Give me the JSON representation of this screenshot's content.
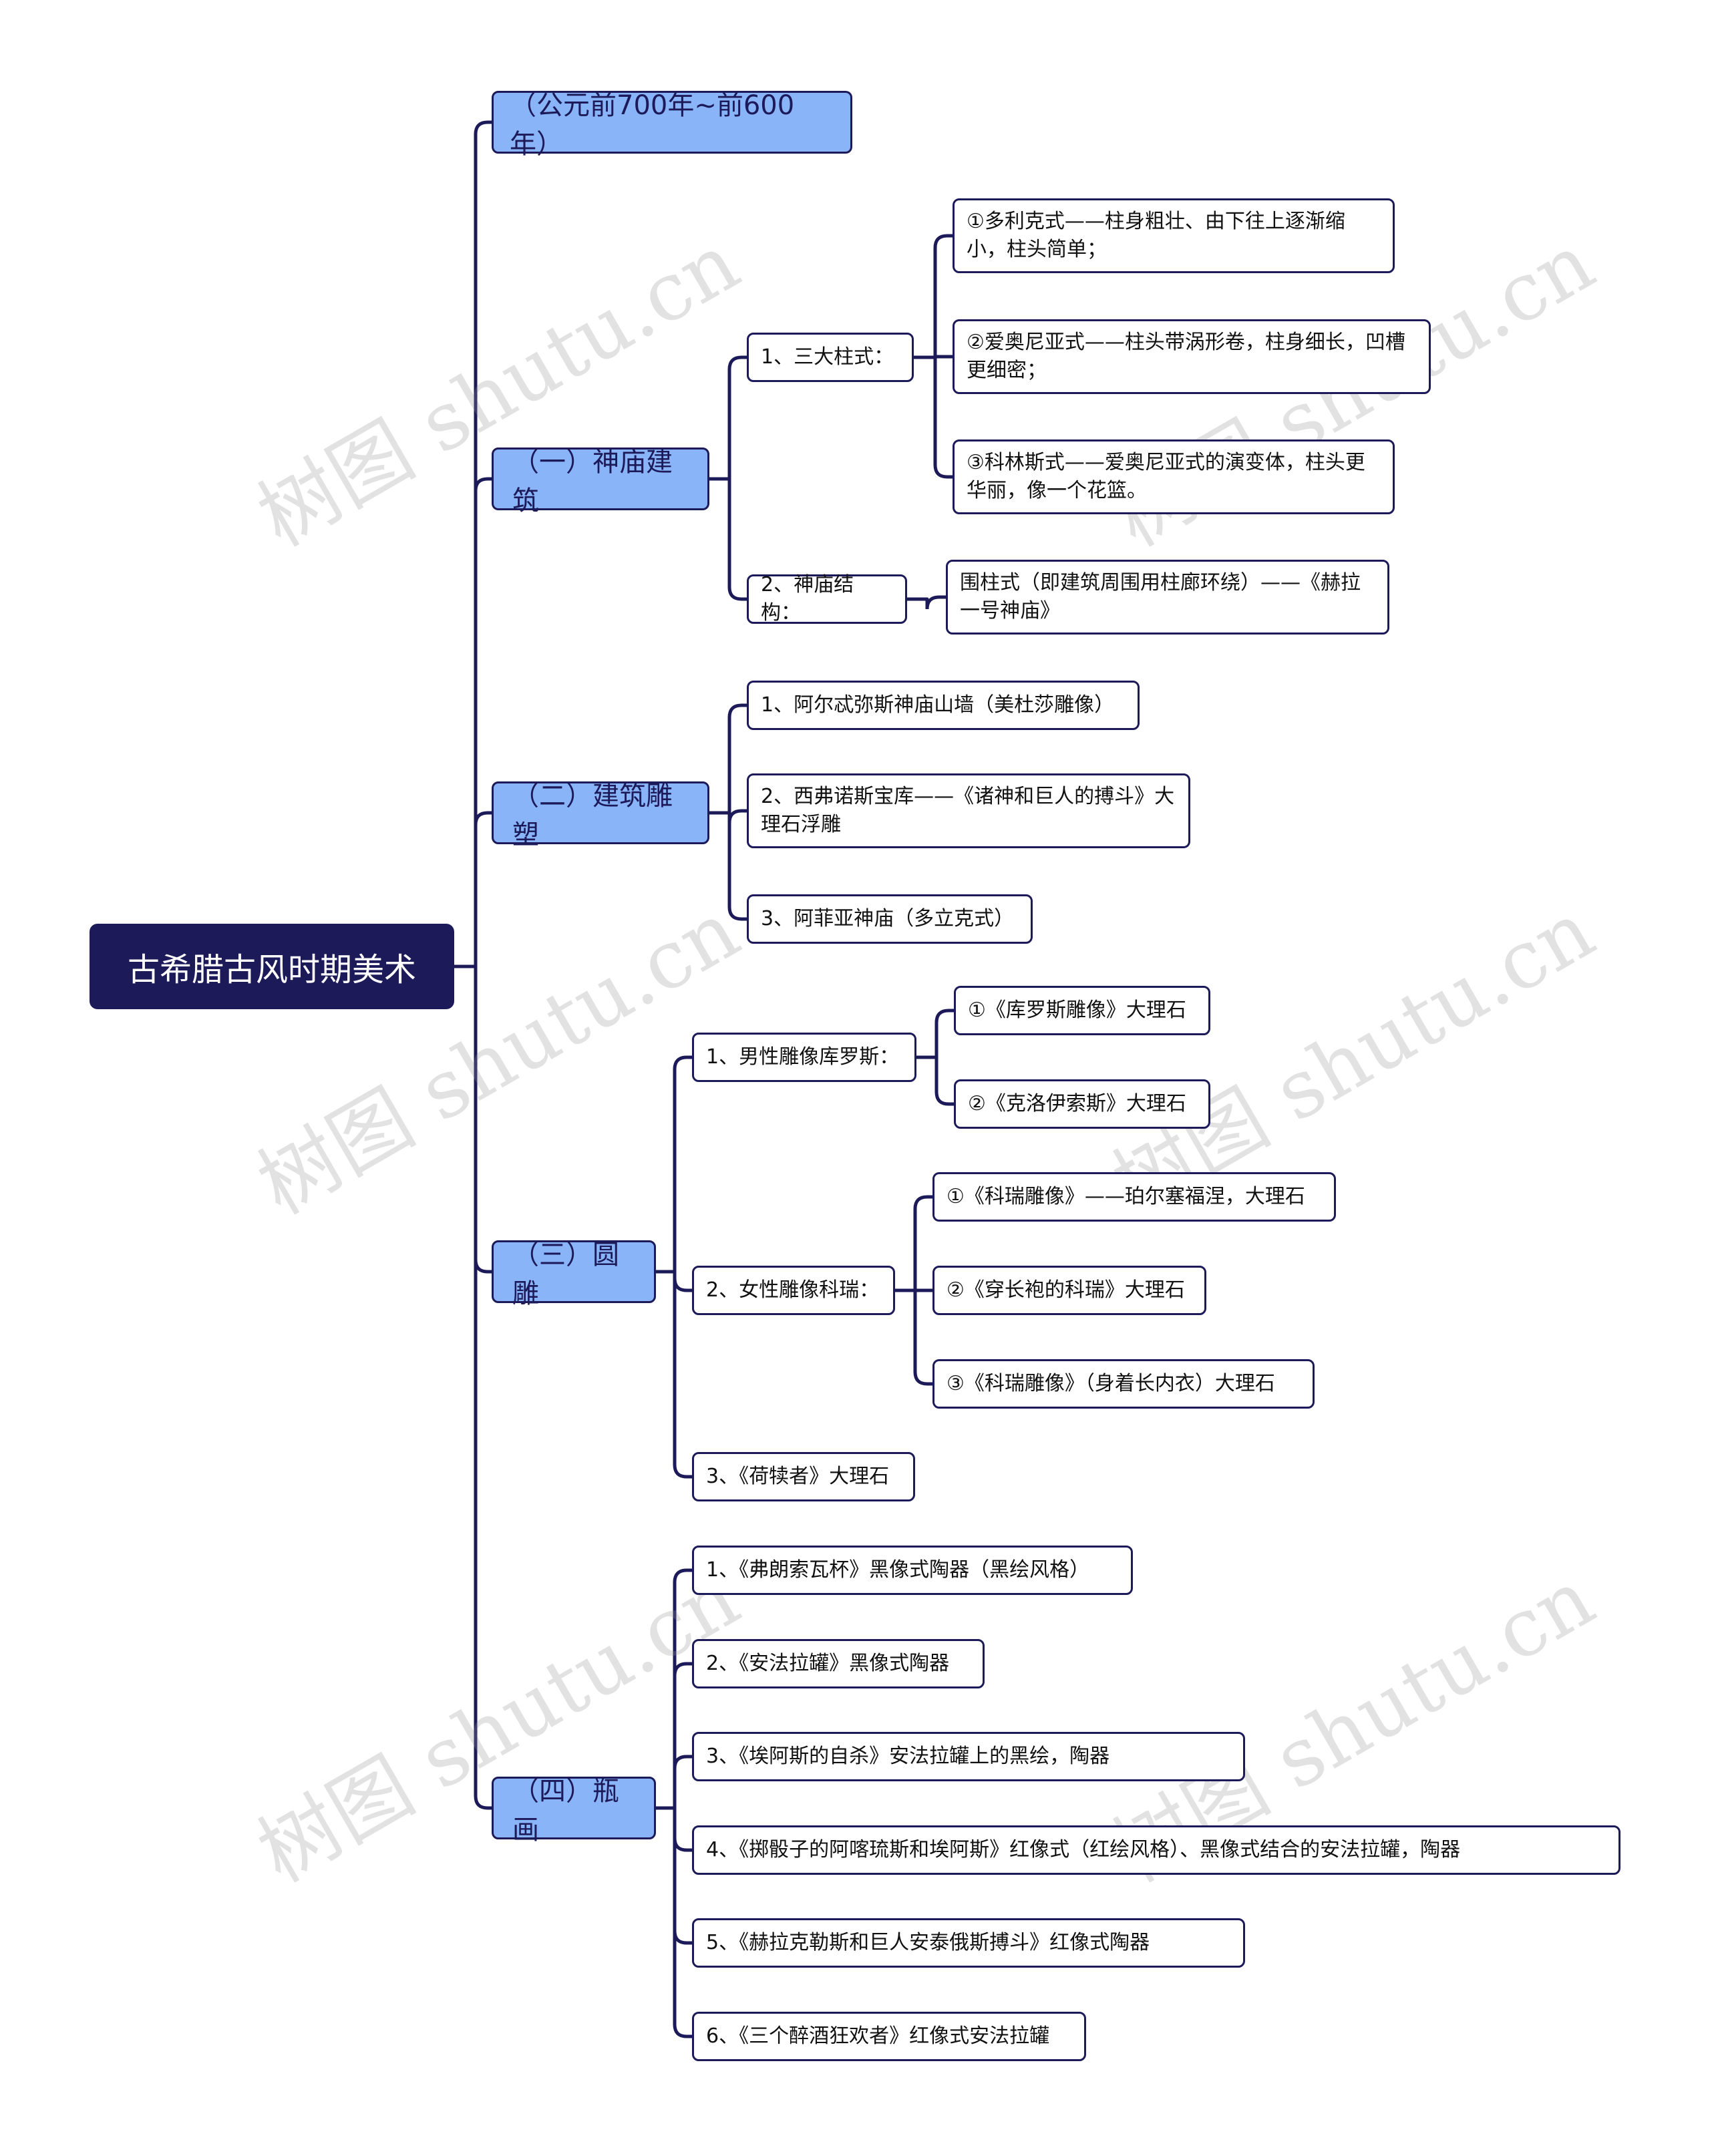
{
  "root": "古希腊古风时期美术",
  "nodes": {
    "era": "（公元前700年~前600年）",
    "temple": "（一）神庙建筑",
    "temple_orders": "1、三大柱式：",
    "doric": "①多利克式——柱身粗壮、由下往上逐渐缩小，柱头简单；",
    "ionic": "②爱奥尼亚式——柱头带涡形卷，柱身细长，凹槽更细密；",
    "corinthian": "③科林斯式——爱奥尼亚式的演变体，柱头更华丽，像一个花篮。",
    "temple_structure": "2、神庙结构：",
    "peristyle": "围柱式（即建筑周围用柱廊环绕）——《赫拉一号神庙》",
    "arch_sculpture": "（二）建筑雕塑",
    "artemis": "1、阿尔忒弥斯神庙山墙（美杜莎雕像）",
    "siphnian": "2、西弗诺斯宝库——《诸神和巨人的搏斗》大理石浮雕",
    "aphaia": "3、阿菲亚神庙（多立克式）",
    "round_sculpture": "（三）圆雕",
    "kouros": "1、男性雕像库罗斯：",
    "kouros_1": "①《库罗斯雕像》大理石",
    "kouros_2": "②《克洛伊索斯》大理石",
    "kore": "2、女性雕像科瑞：",
    "kore_1": "①《科瑞雕像》——珀尔塞福涅，大理石",
    "kore_2": "②《穿长袍的科瑞》大理石",
    "kore_3": "③《科瑞雕像》（身着长内衣）大理石",
    "calf_bearer": "3、《荷犊者》大理石",
    "vase": "（四）瓶画",
    "vase_1": "1、《弗朗索瓦杯》黑像式陶器（黑绘风格）",
    "vase_2": "2、《安法拉罐》黑像式陶器",
    "vase_3": "3、《埃阿斯的自杀》安法拉罐上的黑绘，陶器",
    "vase_4": "4、《掷骰子的阿喀琉斯和埃阿斯》红像式（红绘风格）、黑像式结合的安法拉罐，陶器",
    "vase_5": "5、《赫拉克勒斯和巨人安泰俄斯搏斗》红像式陶器",
    "vase_6": "6、《三个醉酒狂欢者》红像式安法拉罐"
  },
  "watermark": "树图 shutu.cn",
  "colors": {
    "root_bg": "#1c1a59",
    "level1_bg": "#8ab4f8",
    "line": "#1c1a59",
    "leaf_bg": "#ffffff"
  }
}
